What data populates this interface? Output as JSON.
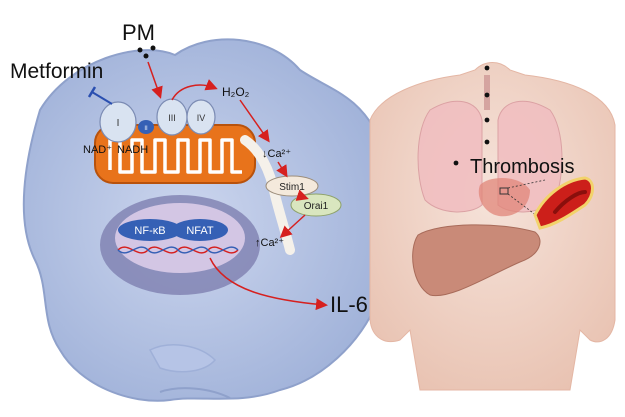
{
  "labels": {
    "pm": "PM",
    "metformin": "Metformin",
    "complex_1": "I",
    "complex_2": "II",
    "complex_3": "III",
    "complex_4": "IV",
    "nad_plus": "NAD⁺",
    "nadh": "NADH",
    "h2o2": "H₂O₂",
    "ca_down": "↓Ca²⁺",
    "ca_up": "↑Ca²⁺",
    "stim1": "Stim1",
    "orai1": "Orai1",
    "nfkb": "NF-κB",
    "nfat": "NFAT",
    "il6": "IL-6",
    "thrombosis": "Thrombosis"
  },
  "colors": {
    "cell_outer": "#a7b8dd",
    "cell_inner": "#c4cfea",
    "nucleus_ring": "#7e7fb0",
    "nucleus_core": "#d3c6e4",
    "mito_orange": "#e8731b",
    "complex_fill": "#d9e3f1",
    "transcription_blue": "#3560b5",
    "stim_fill": "#f4e9dc",
    "orai_fill": "#d9e6bf",
    "arrow_red": "#d6201f",
    "inhibit_blue": "#2a4fb0",
    "torso_skin": "#f2d6c9",
    "lung": "#f1bfc1",
    "liver": "#c98a78",
    "heart": "#e0857a",
    "clot_red": "#cc1f1a"
  }
}
